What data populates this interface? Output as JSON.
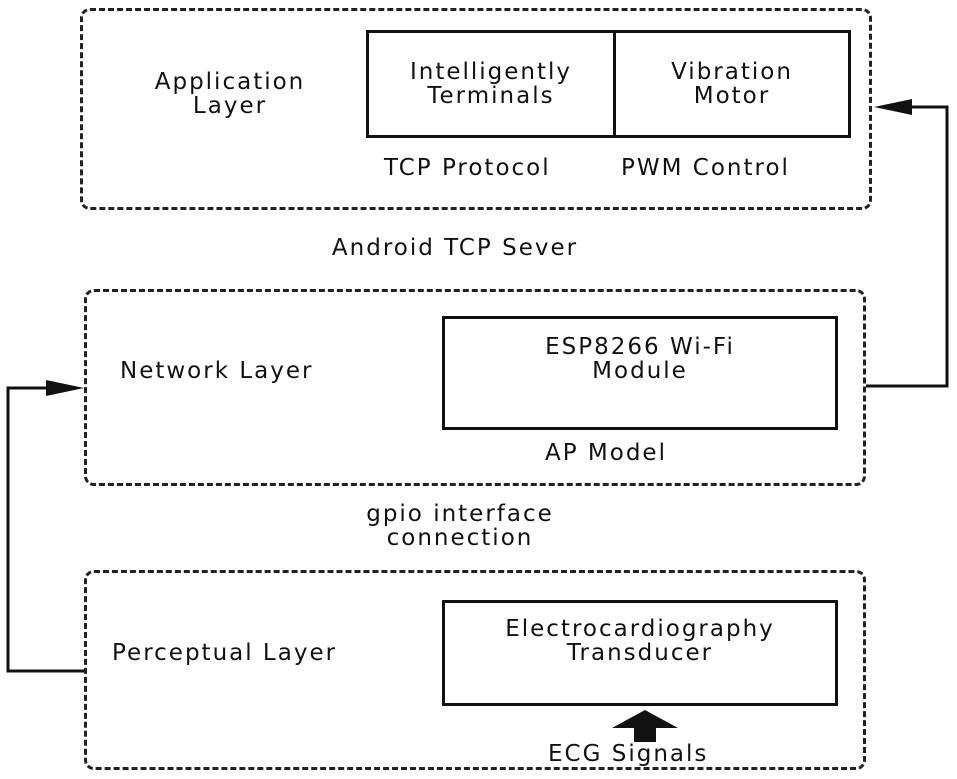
{
  "layers": {
    "application": {
      "title": "Application\nLayer",
      "box_terminals": "Intelligently\nTerminals",
      "box_motor": "Vibration\nMotor",
      "tcp_protocol": "TCP Protocol",
      "pwm_control": "PWM Control"
    },
    "network": {
      "title": "Network Layer",
      "box_wifi": "ESP8266 Wi-Fi\nModule",
      "ap_model": "AP Model"
    },
    "perceptual": {
      "title": "Perceptual Layer",
      "box_ecg": "Electrocardiography\nTransducer",
      "ecg_signals": "ECG Signals"
    }
  },
  "between": {
    "android_tcp": "Android TCP Sever",
    "gpio": "gpio interface\nconnection"
  }
}
